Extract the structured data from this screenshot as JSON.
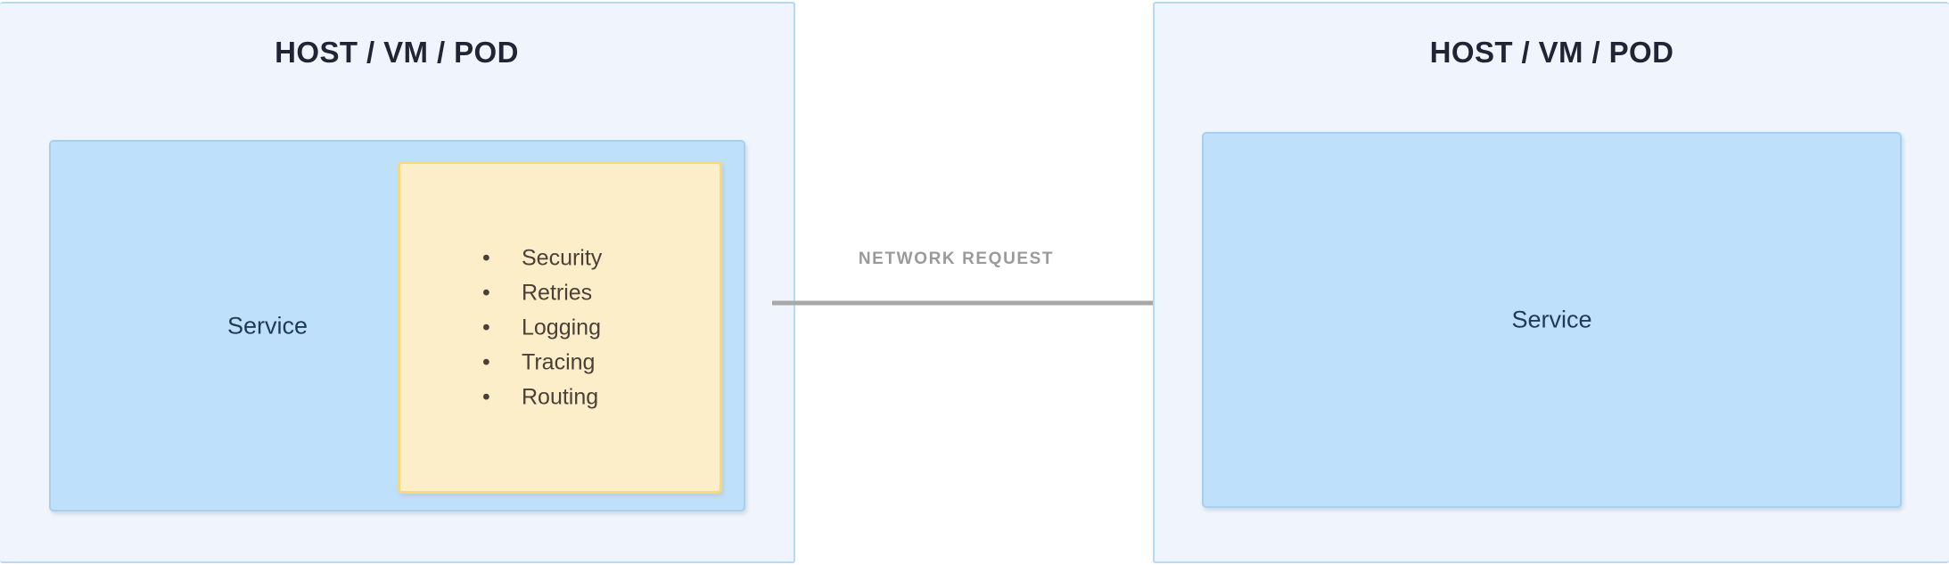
{
  "diagram": {
    "type": "architecture-diagram",
    "description": "Service mesh sidecar proxy pattern: two HOST / VM / POD panels each containing a Service, the left one also containing a sidecar proxy box, connected by a network request arrow.",
    "panels": [
      {
        "id": "left",
        "title": "HOST / VM / POD",
        "service_label": "Service",
        "sidecar": {
          "items": [
            "Security",
            "Retries",
            "Logging",
            "Tracing",
            "Routing"
          ],
          "bullet_glyph": "•"
        }
      },
      {
        "id": "right",
        "title": "HOST / VM / POD",
        "service_label": "Service",
        "sidecar": null
      }
    ],
    "connector": {
      "label": "NETWORK REQUEST",
      "direction": "left-to-right",
      "arrowhead": "solid-triangle"
    }
  },
  "colors": {
    "page_background": "#ffffff",
    "host_panel_fill": "#f0f5fd",
    "host_panel_border": "#b4daf8",
    "host_title_text": "#1f2535",
    "service_fill": "#bfe0fb",
    "service_border": "#a9cfee",
    "service_text": "#1f3a5a",
    "sidecar_fill": "#fdeeca",
    "sidecar_border": "#f6d87f",
    "sidecar_text": "#4a4038",
    "connector_line": "#a8a8a8",
    "connector_label_text": "#9a9a9a"
  }
}
